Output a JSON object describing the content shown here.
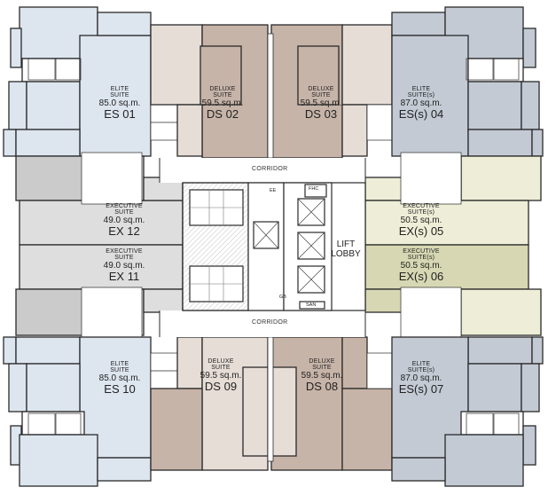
{
  "colors": {
    "elite": "#dde5ef",
    "deluxe_light": "#e6ddd6",
    "deluxe_dark": "#c7b4a8",
    "executive_left": "#dedede",
    "executive_left_dark": "#cbcbcb",
    "executive_right": "#eeeed8",
    "executive_right_dark": "#d7d8b3",
    "elite_right": "#c3cad4",
    "core": "#ffffff",
    "wall": "#2a2a2a"
  },
  "units": [
    {
      "id": "es01",
      "type": "ELITE",
      "sub": "SUITE",
      "area": "85.0 sq.m.",
      "code": "ES 01"
    },
    {
      "id": "ds02",
      "type": "DELUXE",
      "sub": "SUITE",
      "area": "59.5 sq.m.",
      "code": "DS 02"
    },
    {
      "id": "ds03",
      "type": "DELUXE",
      "sub": "SUITE",
      "area": "59.5 sq.m.",
      "code": "DS 03"
    },
    {
      "id": "es04",
      "type": "ELITE",
      "sub": "SUITE(s)",
      "area": "87.0 sq.m.",
      "code": "ES(s) 04"
    },
    {
      "id": "ex12",
      "type": "EXECUTIVE",
      "sub": "SUITE",
      "area": "49.0 sq.m.",
      "code": "EX 12"
    },
    {
      "id": "ex05",
      "type": "EXECUTIVE",
      "sub": "SUITE(s)",
      "area": "50.5 sq.m.",
      "code": "EX(s) 05"
    },
    {
      "id": "ex11",
      "type": "EXECUTIVE",
      "sub": "SUITE",
      "area": "49.0 sq.m.",
      "code": "EX 11"
    },
    {
      "id": "ex06",
      "type": "EXECUTIVE",
      "sub": "SUITE(s)",
      "area": "50.5 sq.m.",
      "code": "EX(s) 06"
    },
    {
      "id": "es10",
      "type": "ELITE",
      "sub": "SUITE",
      "area": "85.0 sq.m.",
      "code": "ES 10"
    },
    {
      "id": "ds09",
      "type": "DELUXE",
      "sub": "SUITE",
      "area": "59.5 sq.m.",
      "code": "DS 09"
    },
    {
      "id": "ds08",
      "type": "DELUXE",
      "sub": "SUITE",
      "area": "59.5 sq.m.",
      "code": "DS 08"
    },
    {
      "id": "es07",
      "type": "ELITE",
      "sub": "SUITE(s)",
      "area": "87.0 sq.m.",
      "code": "ES(s) 07"
    }
  ],
  "core": {
    "corridor_top": "CORRIDOR",
    "corridor_bottom": "CORRIDOR",
    "lift_line1": "LIFT",
    "lift_line2": "LOBBY",
    "ee": "EE",
    "fhc": "FHC",
    "san": "SAN",
    "gb": "GB"
  }
}
